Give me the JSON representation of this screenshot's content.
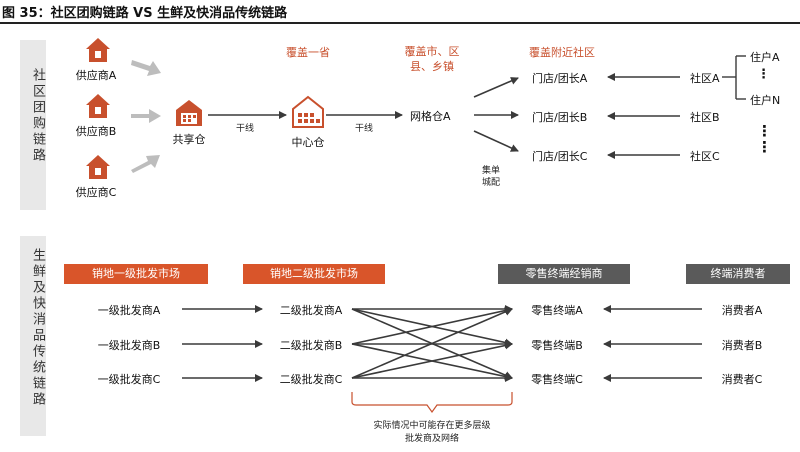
{
  "figure": {
    "title": "图 35：社区团购链路 VS 生鲜及快消品传统链路"
  },
  "section1": {
    "side_label": "社区团购链路",
    "suppliers": [
      "供应商A",
      "供应商B",
      "供应商C"
    ],
    "shared_warehouse": "共享仓",
    "central_warehouse": "中心仓",
    "grid_warehouse": "网格仓A",
    "trunk_label_1": "干线",
    "trunk_label_2": "干线",
    "coverage_province": "覆盖一省",
    "coverage_city": "覆盖市、区县、乡镇",
    "coverage_community": "覆盖附近社区",
    "stores": [
      "门店/团长A",
      "门店/团长B",
      "门店/团长C"
    ],
    "communities": [
      "社区A",
      "社区B",
      "社区C"
    ],
    "households": [
      "住户A",
      "住户N"
    ],
    "dots": "⋮",
    "city_delivery": "集单城配"
  },
  "section2": {
    "side_label": "生鲜及快消品传统链路",
    "headers": [
      "销地一级批发市场",
      "销地二级批发市场",
      "零售终端经销商",
      "终端消费者"
    ],
    "primary": [
      "一级批发商A",
      "一级批发商B",
      "一级批发商C"
    ],
    "secondary": [
      "二级批发商A",
      "二级批发商B",
      "二级批发商C"
    ],
    "retail": [
      "零售终端A",
      "零售终端B",
      "零售终端C"
    ],
    "consumers": [
      "消费者A",
      "消费者B",
      "消费者C"
    ],
    "note": "实际情况中可能存在更多层级批发商及网络"
  },
  "colors": {
    "accent": "#d9552a",
    "icon": "#c8502d",
    "dark_header": "#5a5a5a",
    "panel": "#e8e8e8"
  }
}
